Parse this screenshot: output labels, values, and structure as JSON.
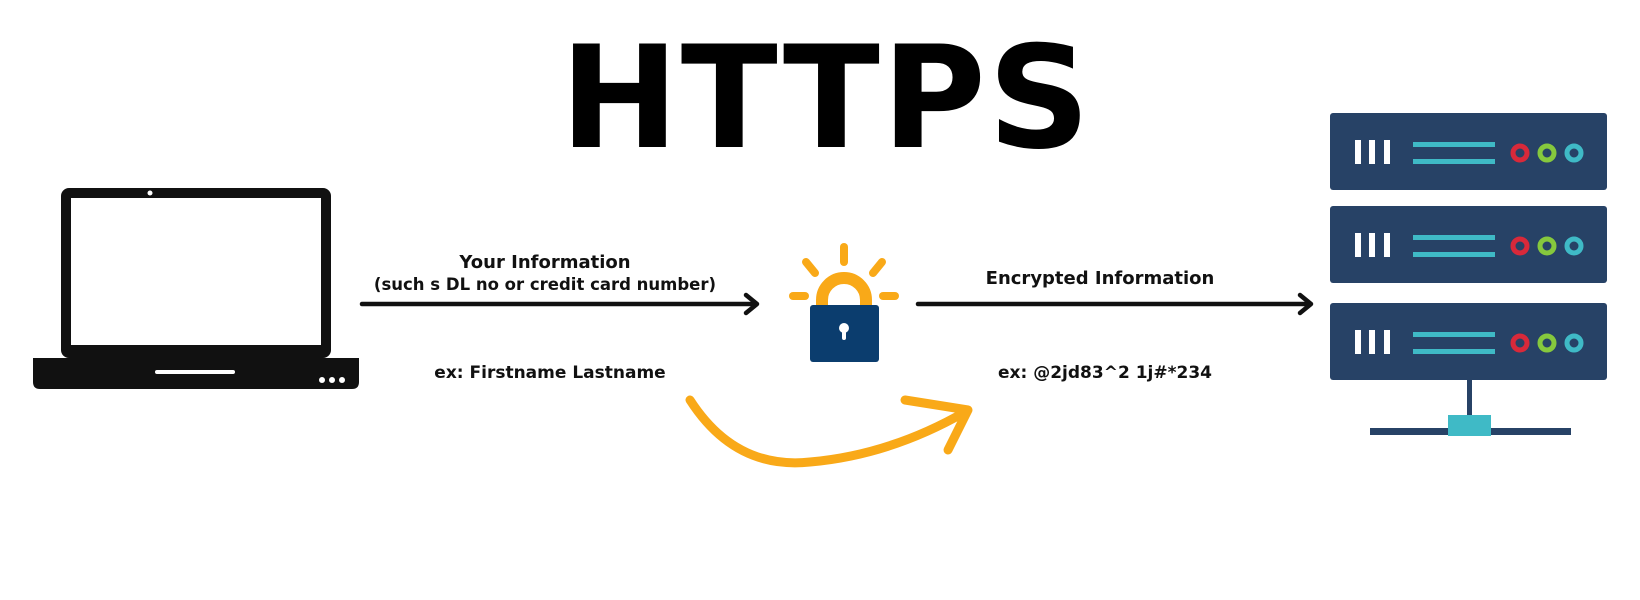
{
  "title": "HTTPS",
  "left_flow": {
    "label": "Your Information",
    "sublabel": "(such s DL no or credit card number)",
    "example": "ex: Firstname Lastname"
  },
  "right_flow": {
    "label": "Encrypted Information",
    "example": "ex: @2jd83^2 1j#*234"
  },
  "colors": {
    "lock_body": "#0b3d6e",
    "lock_shackle": "#f9a918",
    "server": "#274266",
    "server_accent": "#3fbac6",
    "led_red": "#d8293a",
    "led_green": "#86c83d",
    "led_cyan": "#3fbac6"
  }
}
